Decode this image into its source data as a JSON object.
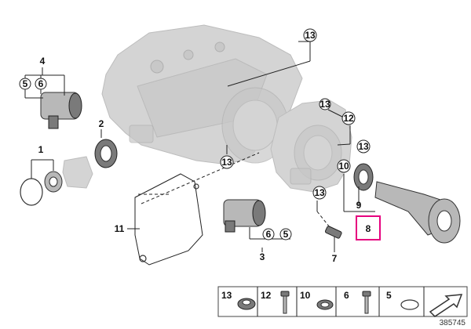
{
  "callouts": {
    "c13a": "13",
    "c13b": "13",
    "c13c": "13",
    "c13d": "13",
    "c12": "12",
    "c13e": "13",
    "c10": "10",
    "c9": "9",
    "c8": "8",
    "c7": "7",
    "c3": "3",
    "c6b": "6",
    "c5b": "5",
    "c11": "11",
    "c1": "1",
    "c2": "2",
    "c4": "4",
    "c5a": "5",
    "c6a": "6"
  },
  "legend": {
    "items": [
      {
        "label": "13"
      },
      {
        "label": "12"
      },
      {
        "label": "10"
      },
      {
        "label": "6"
      },
      {
        "label": "5"
      }
    ]
  },
  "diagram_id": "385745",
  "colors": {
    "highlight": "#e6007e"
  }
}
